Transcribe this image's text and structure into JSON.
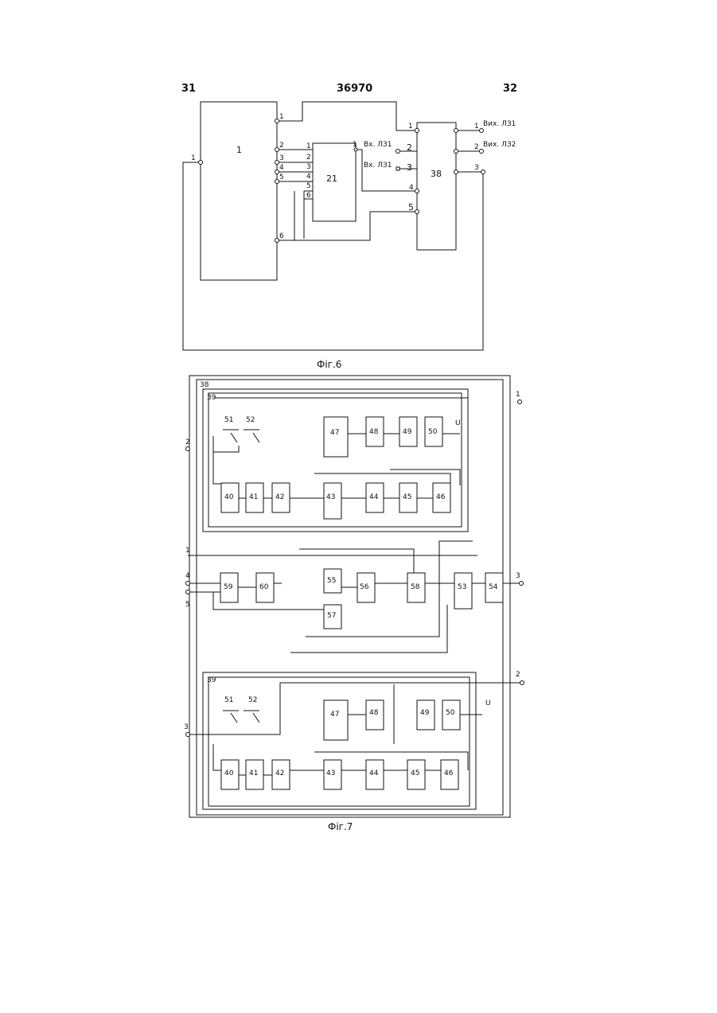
{
  "header": {
    "left_page": "31",
    "patent_number": "36970",
    "right_page": "32"
  },
  "fig6": {
    "caption": "Фіг.6",
    "block_1": "1",
    "block_21": "21",
    "block_38": "38",
    "label_in_1": "Вх. ЛЗ1",
    "label_in_2": "Вх. ЛЗ1",
    "label_out_1": "Вих. ЛЗ1",
    "label_out_2": "Вих. ЛЗ2"
  },
  "fig7": {
    "caption": "Фіг.7",
    "outer": "38",
    "sub_top": "39",
    "sub_bottom": "39",
    "u_top": "U",
    "u_bottom": "U",
    "blocks": [
      "40",
      "41",
      "42",
      "43",
      "44",
      "45",
      "46",
      "47",
      "48",
      "49",
      "50",
      "51",
      "52",
      "53",
      "54",
      "55",
      "56",
      "57",
      "58",
      "59",
      "60"
    ]
  }
}
